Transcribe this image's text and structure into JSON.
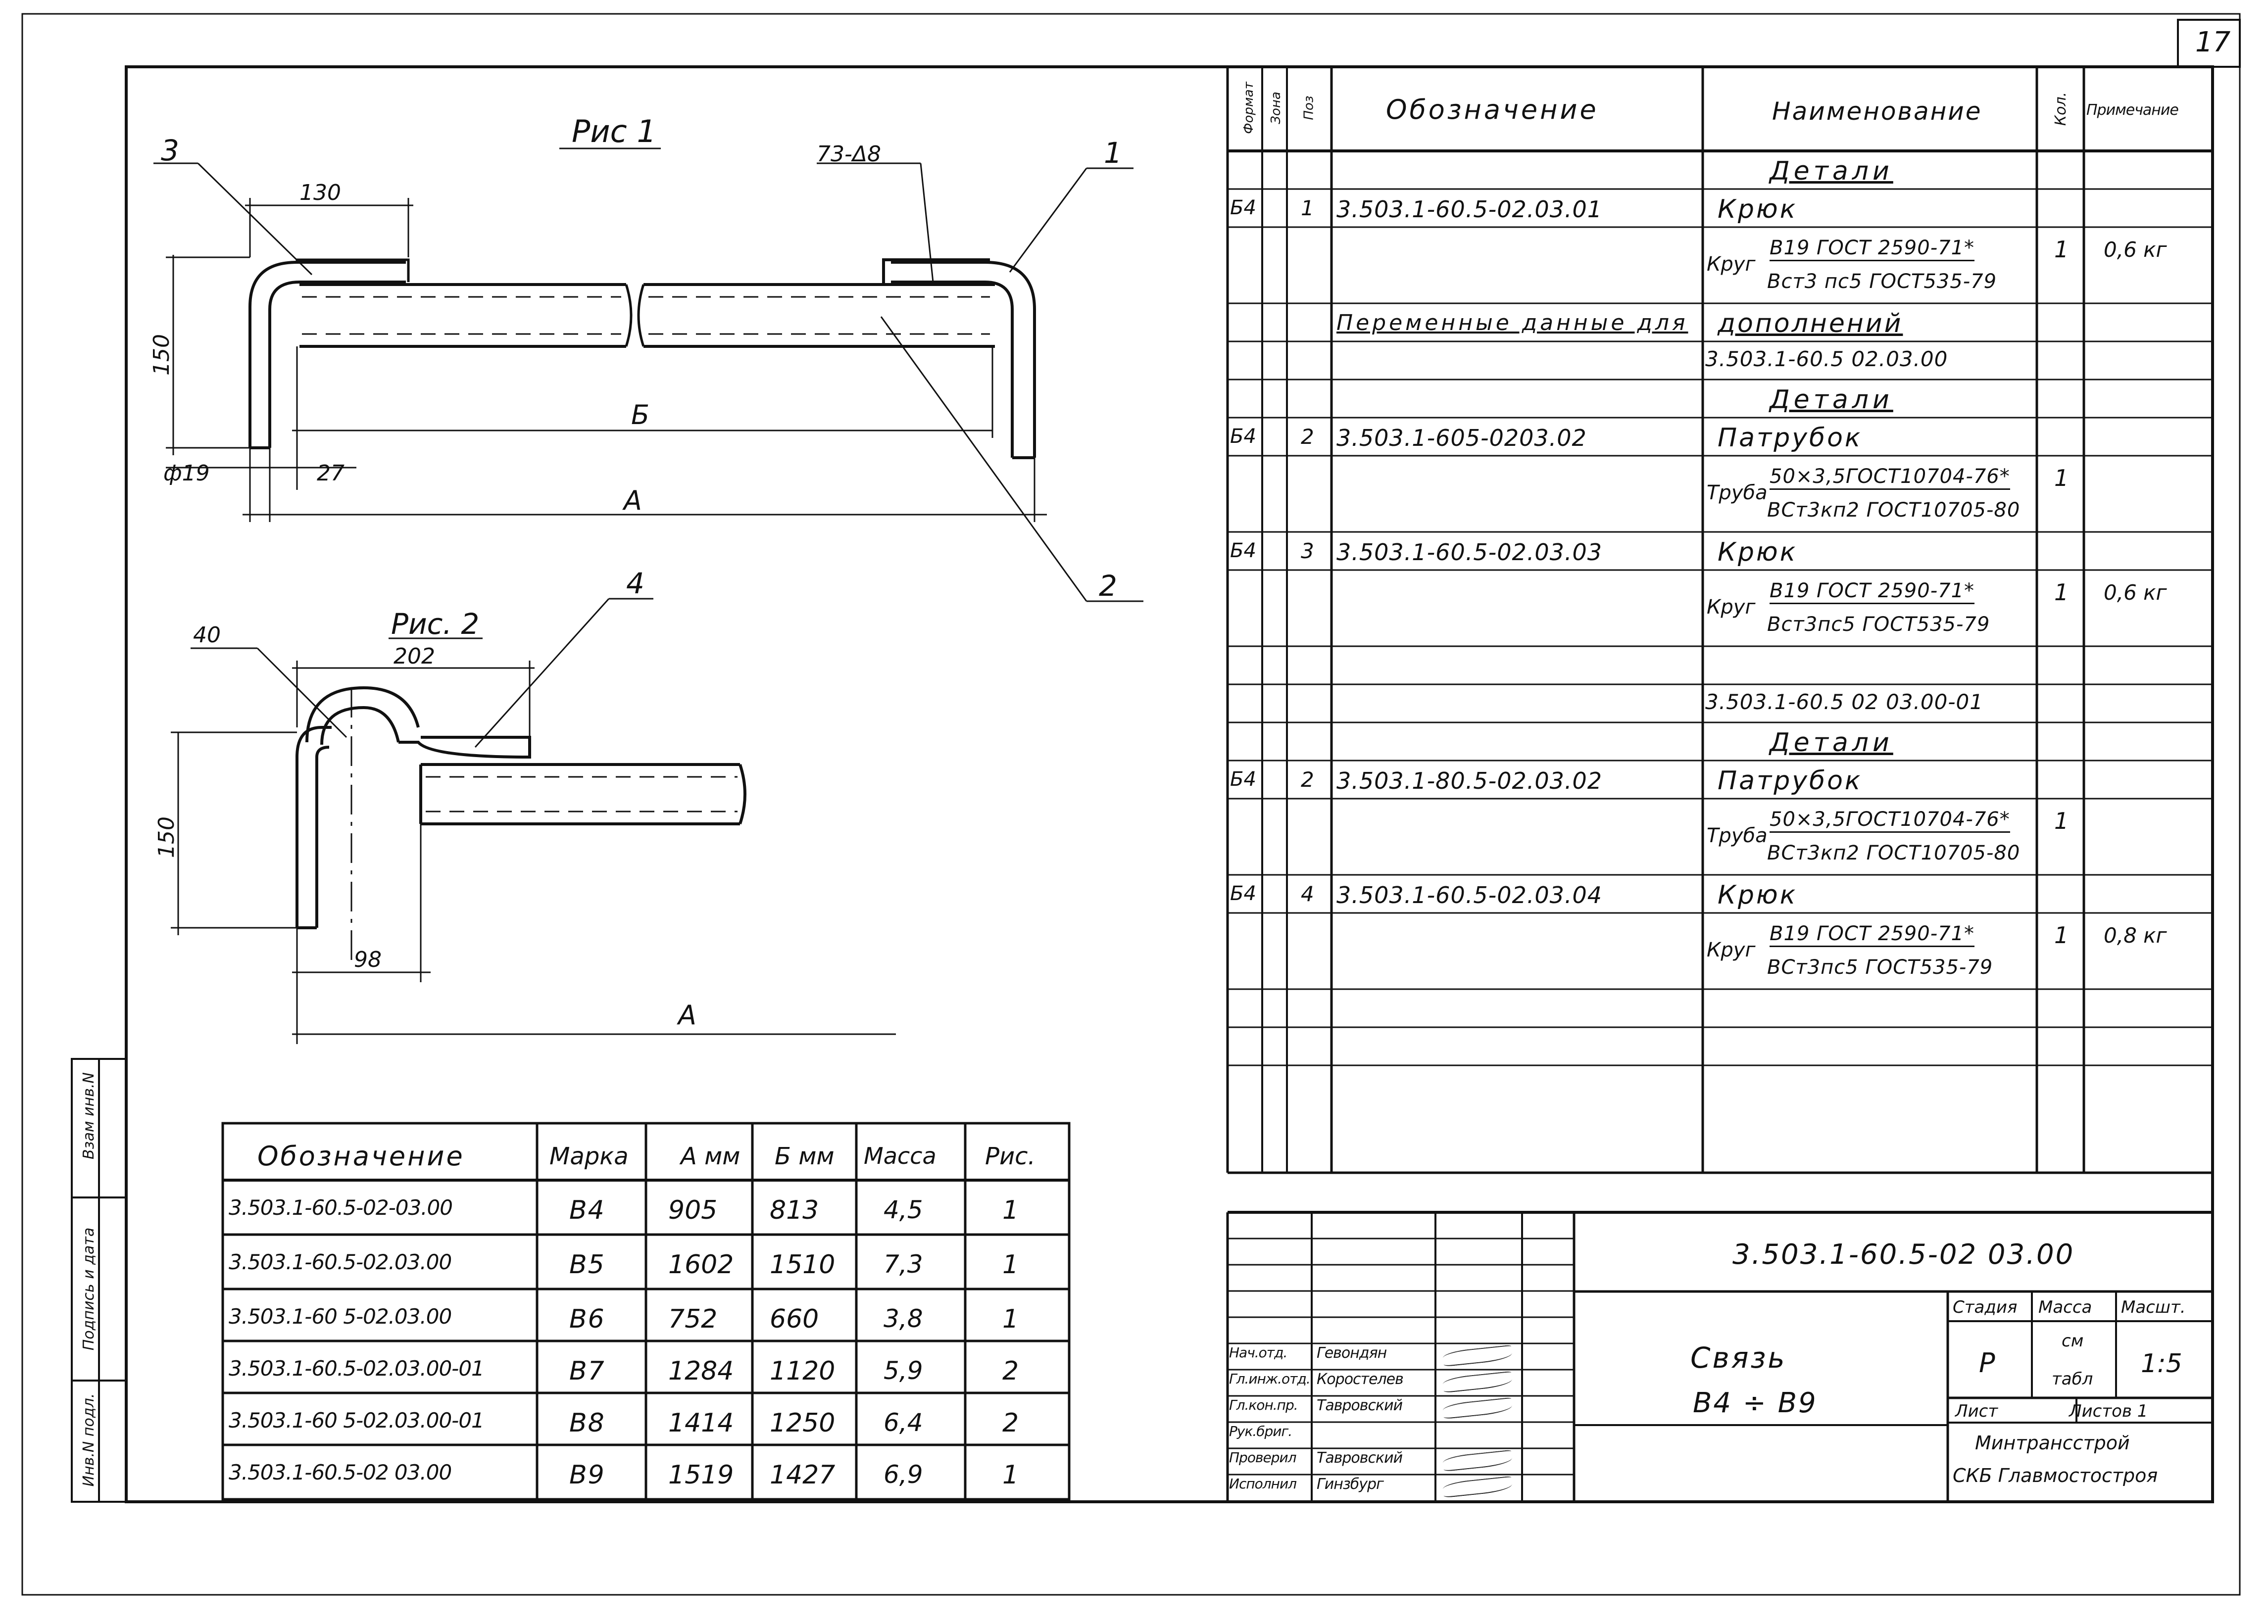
{
  "sheet_number": "17",
  "figure1": {
    "title": "Рис 1",
    "dims": {
      "d130": "130",
      "d150": "150",
      "d19": "ф19",
      "d27": "27",
      "dB": "Б",
      "dA": "А",
      "weld": "73-Δ8"
    },
    "pos_labels": [
      "3",
      "1",
      "2"
    ]
  },
  "figure2": {
    "title": "Рис. 2",
    "dims": {
      "d40": "40",
      "d202": "202",
      "d150": "150",
      "d98": "98",
      "dA": "А"
    },
    "pos_labels": [
      "4"
    ]
  },
  "left_margin_labels": [
    "Взам инв.N",
    "Подпись и дата",
    "Инв.N подл."
  ],
  "variant_table": {
    "headers": [
      "Обозначение",
      "Марка",
      "А мм",
      "Б мм",
      "Масса",
      "Рис."
    ],
    "rows": [
      [
        "3.503.1-60.5-02-03.00",
        "В4",
        "905",
        "813",
        "4,5",
        "1"
      ],
      [
        "3.503.1-60.5-02.03.00",
        "В5",
        "1602",
        "1510",
        "7,3",
        "1"
      ],
      [
        "3.503.1-60 5-02.03.00",
        "В6",
        "752",
        "660",
        "3,8",
        "1"
      ],
      [
        "3.503.1-60.5-02.03.00-01",
        "В7",
        "1284",
        "1120",
        "5,9",
        "2"
      ],
      [
        "3.503.1-60 5-02.03.00-01",
        "В8",
        "1414",
        "1250",
        "6,4",
        "2"
      ],
      [
        "3.503.1-60.5-02 03.00",
        "В9",
        "1519",
        "1427",
        "6,9",
        "1"
      ]
    ]
  },
  "spec_table": {
    "headers": {
      "format": "Формат",
      "zone": "Зона",
      "pos": "Поз",
      "designation": "Обозначение",
      "name": "Наименование",
      "qty": "Кол.",
      "note": "Примечание"
    },
    "rows": [
      {
        "fmt": "",
        "pos": "",
        "des": "",
        "name": "Детали",
        "qty": "",
        "note": "",
        "style": "section"
      },
      {
        "fmt": "Б4",
        "pos": "1",
        "des": "3.503.1-60.5-02.03.01",
        "name": "Крюк",
        "qty": "",
        "note": ""
      },
      {
        "fmt": "",
        "pos": "",
        "des": "",
        "name_prefix": "Круг",
        "name_top": "В19 ГОСТ 2590-71*",
        "name_bottom": "Вст3 пс5 ГОСТ535-79",
        "qty": "1",
        "note": "0,6 кг",
        "double": true
      },
      {
        "fmt": "",
        "pos": "",
        "des": "Переменные данные для",
        "name": "дополнений",
        "qty": "",
        "note": "",
        "style": "underline-span"
      },
      {
        "fmt": "",
        "pos": "",
        "des": "",
        "name": "3.503.1-60.5 02.03.00",
        "qty": "",
        "note": ""
      },
      {
        "fmt": "",
        "pos": "",
        "des": "",
        "name": "Детали",
        "qty": "",
        "note": "",
        "style": "section"
      },
      {
        "fmt": "Б4",
        "pos": "2",
        "des": "3.503.1-605-0203.02",
        "name": "Патрубок",
        "qty": "",
        "note": ""
      },
      {
        "fmt": "",
        "pos": "",
        "des": "",
        "name_prefix": "Труба",
        "name_top": "50×3,5ГОСТ10704-76*",
        "name_bottom": "ВСт3кп2 ГОСТ10705-80",
        "qty": "1",
        "note": "",
        "double": true
      },
      {
        "fmt": "Б4",
        "pos": "3",
        "des": "3.503.1-60.5-02.03.03",
        "name": "Крюк",
        "qty": "",
        "note": ""
      },
      {
        "fmt": "",
        "pos": "",
        "des": "",
        "name_prefix": "Круг",
        "name_top": "В19 ГОСТ 2590-71*",
        "name_bottom": "Вст3пс5 ГОСТ535-79",
        "qty": "1",
        "note": "0,6 кг",
        "double": true
      },
      {
        "fmt": "",
        "pos": "",
        "des": "",
        "name": "",
        "qty": "",
        "note": ""
      },
      {
        "fmt": "",
        "pos": "",
        "des": "",
        "name": "3.503.1-60.5 02 03.00-01",
        "qty": "",
        "note": ""
      },
      {
        "fmt": "",
        "pos": "",
        "des": "",
        "name": "Детали",
        "qty": "",
        "note": "",
        "style": "section"
      },
      {
        "fmt": "Б4",
        "pos": "2",
        "des": "3.503.1-80.5-02.03.02",
        "name": "Патрубок",
        "qty": "",
        "note": ""
      },
      {
        "fmt": "",
        "pos": "",
        "des": "",
        "name_prefix": "Труба",
        "name_top": "50×3,5ГОСТ10704-76*",
        "name_bottom": "ВСт3кп2 ГОСТ10705-80",
        "qty": "1",
        "note": "",
        "double": true
      },
      {
        "fmt": "Б4",
        "pos": "4",
        "des": "3.503.1-60.5-02.03.04",
        "name": "Крюк",
        "qty": "",
        "note": ""
      },
      {
        "fmt": "",
        "pos": "",
        "des": "",
        "name_prefix": "Круг",
        "name_top": "В19 ГОСТ 2590-71*",
        "name_bottom": "ВСт3пс5 ГОСТ535-79",
        "qty": "1",
        "note": "0,8 кг",
        "double": true
      },
      {
        "fmt": "",
        "pos": "",
        "des": "",
        "name": "",
        "qty": "",
        "note": ""
      },
      {
        "fmt": "",
        "pos": "",
        "des": "",
        "name": "",
        "qty": "",
        "note": ""
      }
    ]
  },
  "title_block": {
    "doc_code": "3.503.1-60.5-02 03.00",
    "name_line1": "Связь",
    "name_line2": "В4 ÷ В9",
    "stage_header": "Стадия",
    "mass_header": "Масса",
    "scale_header": "Масшт.",
    "stage": "Р",
    "mass_line1": "см",
    "mass_line2": "табл",
    "scale": "1:5",
    "sheet_label": "Лист",
    "sheets_label": "Листов 1",
    "org_line1": "Минтрансстрой",
    "org_line2": "СКБ Главмостостроя",
    "signatures": [
      {
        "role": "Нач.отд.",
        "name": "Гевондян"
      },
      {
        "role": "Гл.инж.отд.",
        "name": "Коростелев"
      },
      {
        "role": "Гл.кон.пр.",
        "name": "Тавровский"
      },
      {
        "role": "Рук.бриг.",
        "name": ""
      },
      {
        "role": "Проверил",
        "name": "Тавровский"
      },
      {
        "role": "Исполнил",
        "name": "Гинзбург"
      }
    ]
  }
}
